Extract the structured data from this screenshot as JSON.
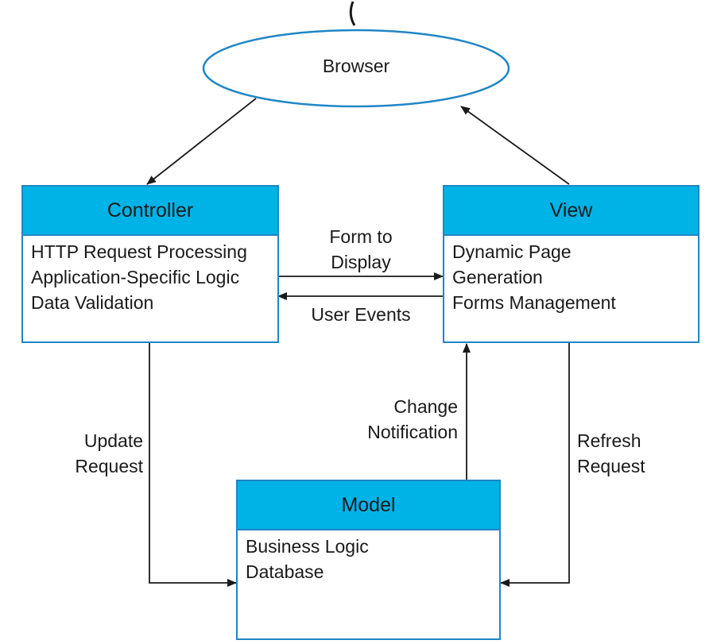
{
  "browser": {
    "label": "Browser"
  },
  "controller": {
    "title": "Controller",
    "lines": [
      "HTTP Request Processing",
      "Application-Specific Logic",
      "Data Validation"
    ]
  },
  "view": {
    "title": "View",
    "lines": [
      "Dynamic Page",
      "Generation",
      "Forms Management"
    ]
  },
  "model": {
    "title": "Model",
    "lines": [
      "Business Logic",
      "Database"
    ]
  },
  "edges": {
    "form_to_display": [
      "Form to",
      "Display"
    ],
    "user_events": "User Events",
    "change_notification": [
      "Change",
      "Notification"
    ],
    "update_request": [
      "Update",
      "Request"
    ],
    "refresh_request": [
      "Refresh",
      "Request"
    ]
  },
  "colors": {
    "header_fill": "#00b3e6",
    "border": "#1f86c5",
    "arrow": "#1a1a1a"
  }
}
